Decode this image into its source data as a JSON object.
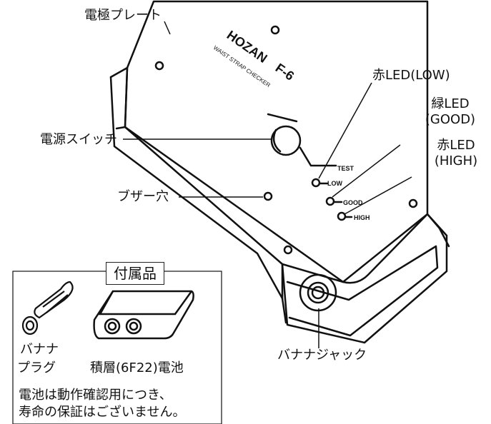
{
  "labels": {
    "electrode_plate": "電極プレート",
    "power_switch": "電源スイッチ",
    "buzzer_hole": "ブザー穴",
    "led_low": "赤LED(LOW)",
    "led_good_1": "緑LED",
    "led_good_2": "(GOOD)",
    "led_high_1": "赤LED",
    "led_high_2": "(HIGH)",
    "banana_jack": "バナナジャック"
  },
  "device": {
    "brand": "HOZAN",
    "model": "F-6",
    "subtitle": "WAIST STRAP CHECKER",
    "test": "TEST",
    "low": "LOW",
    "good": "GOOD",
    "high": "HIGH"
  },
  "accessories": {
    "title": "付属品",
    "banana_plug_1": "バナナ",
    "banana_plug_2": "プラグ",
    "battery": "積層(6F22)電池",
    "notice_1": "電池は動作確認用につき、",
    "notice_2": "寿命の保証はございません。"
  }
}
